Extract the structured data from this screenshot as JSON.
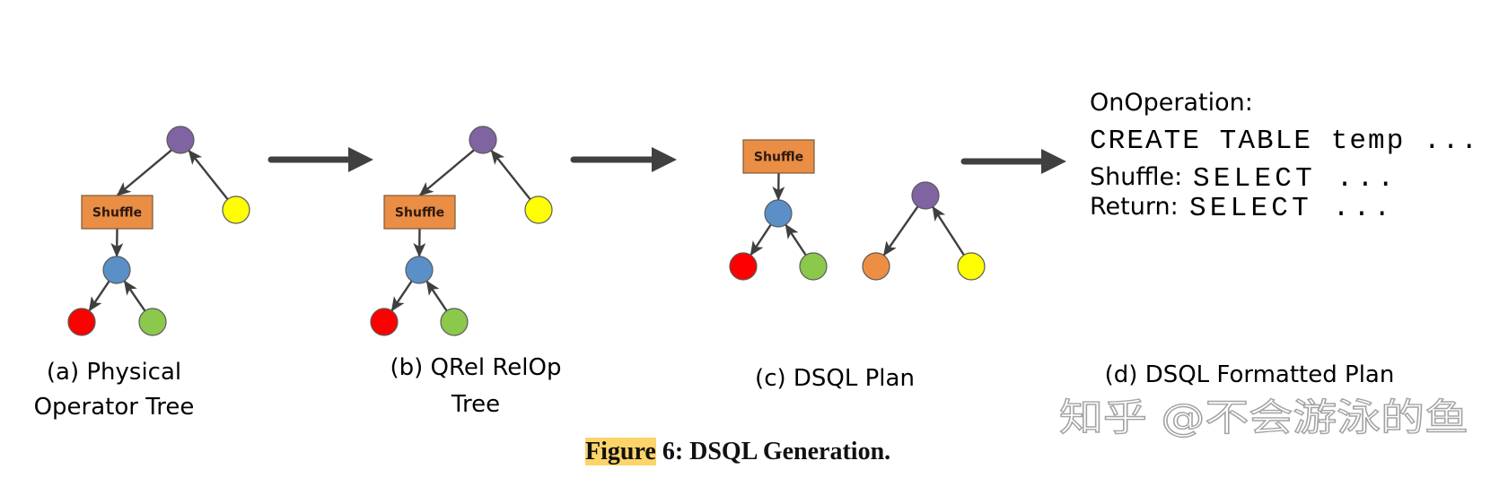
{
  "figure": {
    "caption_prefix": "Figure",
    "caption_rest": " 6: DSQL Generation.",
    "highlight_color": "#fcd46a"
  },
  "colors": {
    "purple": "#8064a2",
    "yellow": "#ffff00",
    "blue": "#5b8fc8",
    "red": "#ff0000",
    "green": "#8cc84b",
    "orange": "#ee8e45",
    "shuffle_box": "#ea8d45",
    "arrow": "#404040"
  },
  "panels": [
    {
      "id": "a",
      "label_lines": [
        "(a) Physical",
        "Operator Tree"
      ],
      "box_label": "Shuffle",
      "nodes": [
        "purple",
        "shuffle",
        "yellow",
        "blue",
        "red",
        "green"
      ],
      "edges": [
        [
          "purple",
          "shuffle"
        ],
        [
          "yellow",
          "purple"
        ],
        [
          "shuffle",
          "blue"
        ],
        [
          "blue",
          "red"
        ],
        [
          "green",
          "blue"
        ]
      ]
    },
    {
      "id": "b",
      "label_lines": [
        "(b) QRel RelOp",
        "Tree"
      ],
      "box_label": "Shuffle",
      "nodes": [
        "purple",
        "shuffle",
        "yellow",
        "blue",
        "red",
        "green"
      ],
      "edges": [
        [
          "purple",
          "shuffle"
        ],
        [
          "yellow",
          "purple"
        ],
        [
          "shuffle",
          "blue"
        ],
        [
          "blue",
          "red"
        ],
        [
          "green",
          "blue"
        ]
      ]
    },
    {
      "id": "c",
      "label_lines": [
        "(c) DSQL Plan"
      ],
      "box_label": "Shuffle",
      "nodes": [
        "shuffle",
        "blue",
        "red",
        "green",
        "purple",
        "orange",
        "yellow"
      ],
      "edges": [
        [
          "shuffle",
          "blue"
        ],
        [
          "blue",
          "red"
        ],
        [
          "green",
          "blue"
        ],
        [
          "purple",
          "orange"
        ],
        [
          "yellow",
          "purple"
        ]
      ]
    },
    {
      "id": "d",
      "label_lines": [
        "(d) DSQL Formatted Plan"
      ],
      "plan": {
        "line1_label": "OnOperation:",
        "line2_code": "CREATE TABLE temp ...",
        "line3_label": "Shuffle:",
        "line3_code": "SELECT  ...",
        "line4_label": "Return:",
        "line4_code": "SELECT  ..."
      }
    }
  ],
  "watermark": "知乎 @不会游泳的鱼"
}
